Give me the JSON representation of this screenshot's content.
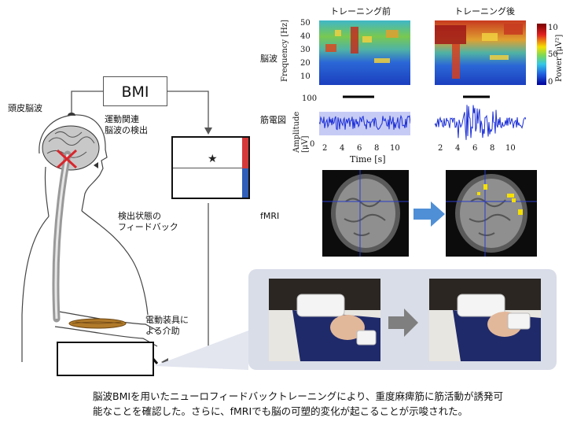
{
  "diagram": {
    "bmi_label": "BMI",
    "scalp_eeg_label": "頭皮脳波",
    "motor_eeg_detect_line1": "運動関連",
    "motor_eeg_detect_line2": "脳波の検出",
    "feedback_line1": "検出状態の",
    "feedback_line2": "フィードバック",
    "device_line1": "電動装具に",
    "device_line2": "よる介助"
  },
  "results": {
    "before_title": "トレーニング前",
    "after_title": "トレーニング後",
    "row_eeg": "脳波",
    "row_emg": "筋電図",
    "row_fmri": "fMRI",
    "spectrogram_ylabel": "Frequency [Hz]",
    "spectrogram_yticks": [
      "50",
      "40",
      "30",
      "20",
      "10"
    ],
    "colorbar_label": "Power [μV²]",
    "colorbar_ticks": [
      "10",
      "50",
      "0"
    ],
    "colorbar_colors": [
      "#7a0000",
      "#e02020",
      "#f5e000",
      "#7ad858",
      "#33c7e6",
      "#2060e0",
      "#00009a"
    ],
    "emg_ylabel": "Amplitude [μV]",
    "emg_yticks": [
      "100",
      "0"
    ],
    "time_ticks": [
      "2",
      "4",
      "6",
      "8",
      "10"
    ],
    "time_label": "Time [s]"
  },
  "caption": {
    "line1": "脳波BMIを用いたニューロフィードバックトレーニングにより、重度麻痺筋に筋活動が誘発可",
    "line2": "能なことを確認した。さらに、fMRIでも脳の可塑的変化が起こることが示唆された。"
  }
}
